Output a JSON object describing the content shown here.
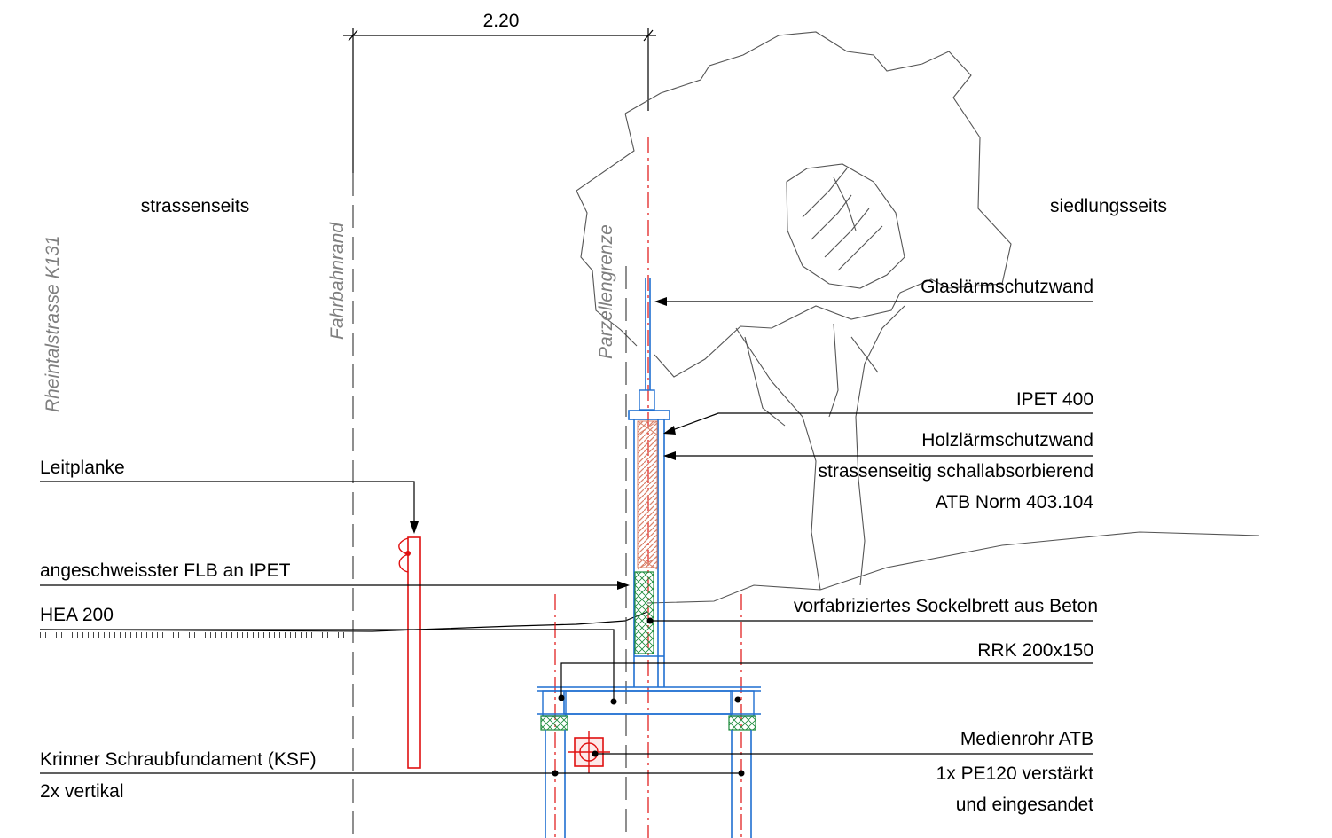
{
  "dimension": {
    "value": "2.20"
  },
  "zones": {
    "street_side": "strassenseits",
    "settlement_side": "siedlungsseits"
  },
  "axes": {
    "road": "Rheintalstrasse K131",
    "carriageway_edge": "Fahrbahnrand",
    "parcel_boundary": "Parzellengrenze"
  },
  "labels_left": {
    "guardrail": "Leitplanke",
    "welded_flb": "angeschweisster FLB an IPET",
    "hea": "HEA 200",
    "screw_foundation": "Krinner Schraubfundament (KSF)",
    "screw_foundation_2": "2x vertikal"
  },
  "labels_right": {
    "glass_wall": "Glaslärmschutzwand",
    "ipet": "IPET 400",
    "wood_wall": "Holzlärmschutzwand",
    "wood_wall_2": "strassenseitig schallabsorbierend",
    "wood_wall_3": "ATB Norm 403.104",
    "plinth": "vorfabriziertes Sockelbrett aus Beton",
    "rrk": "RRK 200x150",
    "media_pipe": "Medienrohr ATB",
    "media_pipe_2": "1x PE120 verstärkt",
    "media_pipe_3": "und eingesandet"
  },
  "colors": {
    "steel": "#1f6fd1",
    "axis_red": "#e01010",
    "wood": "#d9826a",
    "concrete_hatch": "#1a8a3a"
  }
}
